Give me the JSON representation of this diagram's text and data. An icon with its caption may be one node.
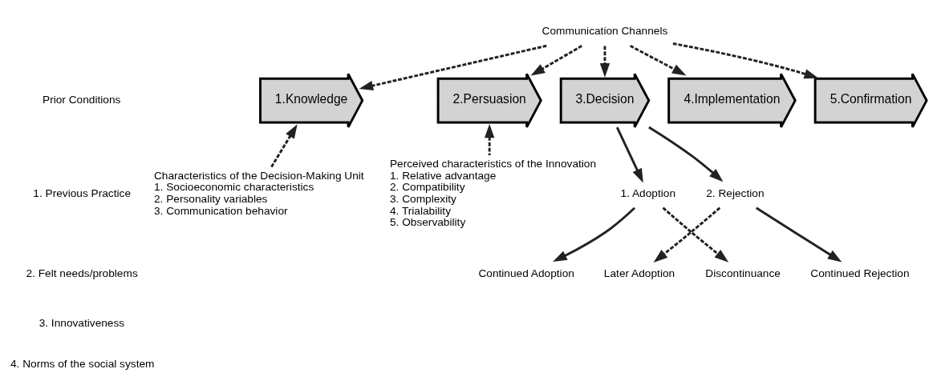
{
  "diagram": {
    "nodes": [
      {
        "text": [
          "Communication Channels"
        ]
      },
      {
        "text": [
          "1.Knowledge"
        ]
      },
      {
        "text": [
          "2.Persuasion"
        ]
      },
      {
        "text": [
          "3.Decision"
        ]
      },
      {
        "text": [
          "4.Implementation"
        ]
      },
      {
        "text": [
          "5.Confirmation"
        ]
      },
      {
        "text": [
          "Characteristics of the Decision-Making Unit",
          "1. Socioeconomic characteristics",
          "2. Personality variables",
          "3. Communication behavior"
        ]
      },
      {
        "text": [
          "Perceived characteristics of the Innovation",
          "1. Relative advantage",
          "2. Compatibility",
          "3. Complexity",
          "4. Trialability",
          "5. Observability"
        ]
      },
      {
        "text": [
          "1. Adoption"
        ]
      },
      {
        "text": [
          "2. Rejection"
        ]
      },
      {
        "text": [
          "Continued Adoption"
        ]
      },
      {
        "text": [
          "Later Adoption"
        ]
      },
      {
        "text": [
          "Discontinuance"
        ]
      },
      {
        "text": [
          "Continued Rejection"
        ]
      }
    ],
    "edges": [
      {
        "from": 0,
        "to": 1,
        "arrow": "to",
        "style": "dashed"
      },
      {
        "from": 0,
        "to": 2,
        "arrow": "to",
        "style": "dashed"
      },
      {
        "from": 0,
        "to": 3,
        "arrow": "to",
        "style": "dashed"
      },
      {
        "from": 0,
        "to": 4,
        "arrow": "to",
        "style": "dashed"
      },
      {
        "from": 0,
        "to": 5,
        "arrow": "to",
        "style": "dashed"
      },
      {
        "from": 6,
        "to": 1,
        "arrow": "to",
        "style": "dashed"
      },
      {
        "from": 7,
        "to": 2,
        "arrow": "to",
        "style": "dashed"
      },
      {
        "from": 3,
        "to": 8,
        "arrow": "to"
      },
      {
        "from": 3,
        "to": 9,
        "arrow": "to"
      },
      {
        "from": 8,
        "to": 10,
        "arrow": "to"
      },
      {
        "from": 8,
        "to": 12,
        "arrow": "to",
        "style": "dashed"
      },
      {
        "from": 9,
        "to": 11,
        "arrow": "to",
        "style": "dashed"
      },
      {
        "from": 9,
        "to": 13,
        "arrow": "to"
      }
    ],
    "labels": [
      "Prior Conditions",
      "1. Previous Practice",
      "2. Felt needs/problems",
      "3. Innovativeness",
      "4. Norms of the social system"
    ]
  }
}
